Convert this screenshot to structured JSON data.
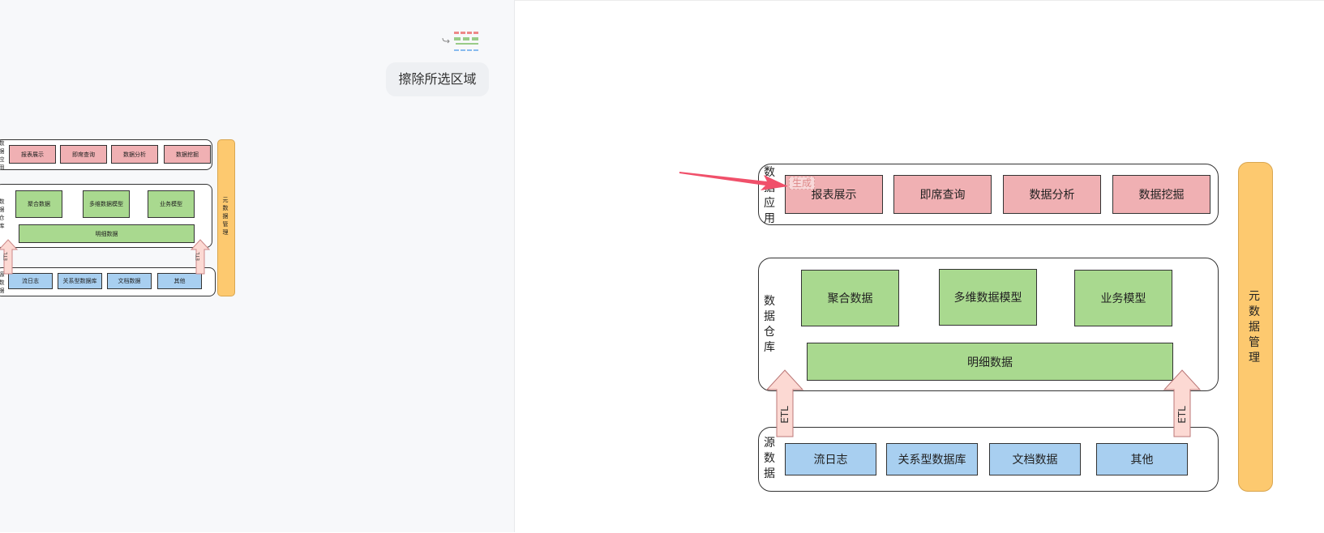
{
  "chat": {
    "bubble_text": "擦除所选区域"
  },
  "diagram": {
    "app_layer_label": [
      "数",
      "据",
      "应",
      "用"
    ],
    "app_items": [
      "报表展示",
      "即席查询",
      "数据分析",
      "数据挖掘"
    ],
    "dw_layer_label": [
      "数",
      "据",
      "仓",
      "库"
    ],
    "dw_items": [
      "聚合数据",
      "多维数据模型",
      "业务模型"
    ],
    "dw_detail": "明细数据",
    "src_layer_label": [
      "源",
      "数",
      "据"
    ],
    "src_items": [
      "流日志",
      "关系型数据库",
      "文档数据",
      "其他"
    ],
    "etl_label": "ETL",
    "meta_label": [
      "元",
      "数",
      "据",
      "管",
      "理"
    ],
    "badge": "生成"
  },
  "colors": {
    "app_fill": "#f0b0b3",
    "dw_fill": "#a9d98f",
    "src_fill": "#a8cff0",
    "meta_fill": "#fdc96f",
    "etl_fill": "#fcd9d3",
    "pointer_arrow": "#f0506a"
  }
}
